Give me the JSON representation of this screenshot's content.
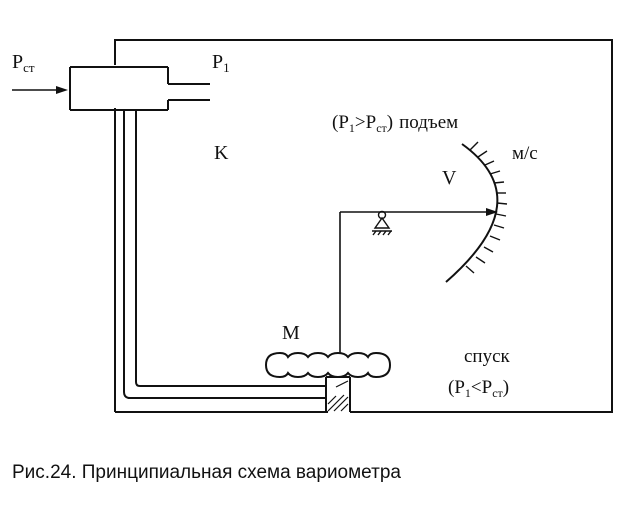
{
  "labels": {
    "p_static": "P",
    "p_static_sub": "ст",
    "p1": "P",
    "p1_sub": "1",
    "chamber": "K",
    "membrane": "M",
    "velocity": "V",
    "units": "м/с",
    "climb_condition_p1": "(P",
    "climb_condition_sub1": "1",
    "climb_condition_gt": ">P",
    "climb_condition_sub2": "ст",
    "climb_condition_close": ")",
    "climb_word": "подъем",
    "descent_word": "спуск",
    "descent_condition_p1": "(P",
    "descent_condition_sub1": "1",
    "descent_condition_lt": "<P",
    "descent_condition_sub2": "ст",
    "descent_condition_close": ")"
  },
  "caption": "Рис.24. Принципиальная схема вариометра"
}
